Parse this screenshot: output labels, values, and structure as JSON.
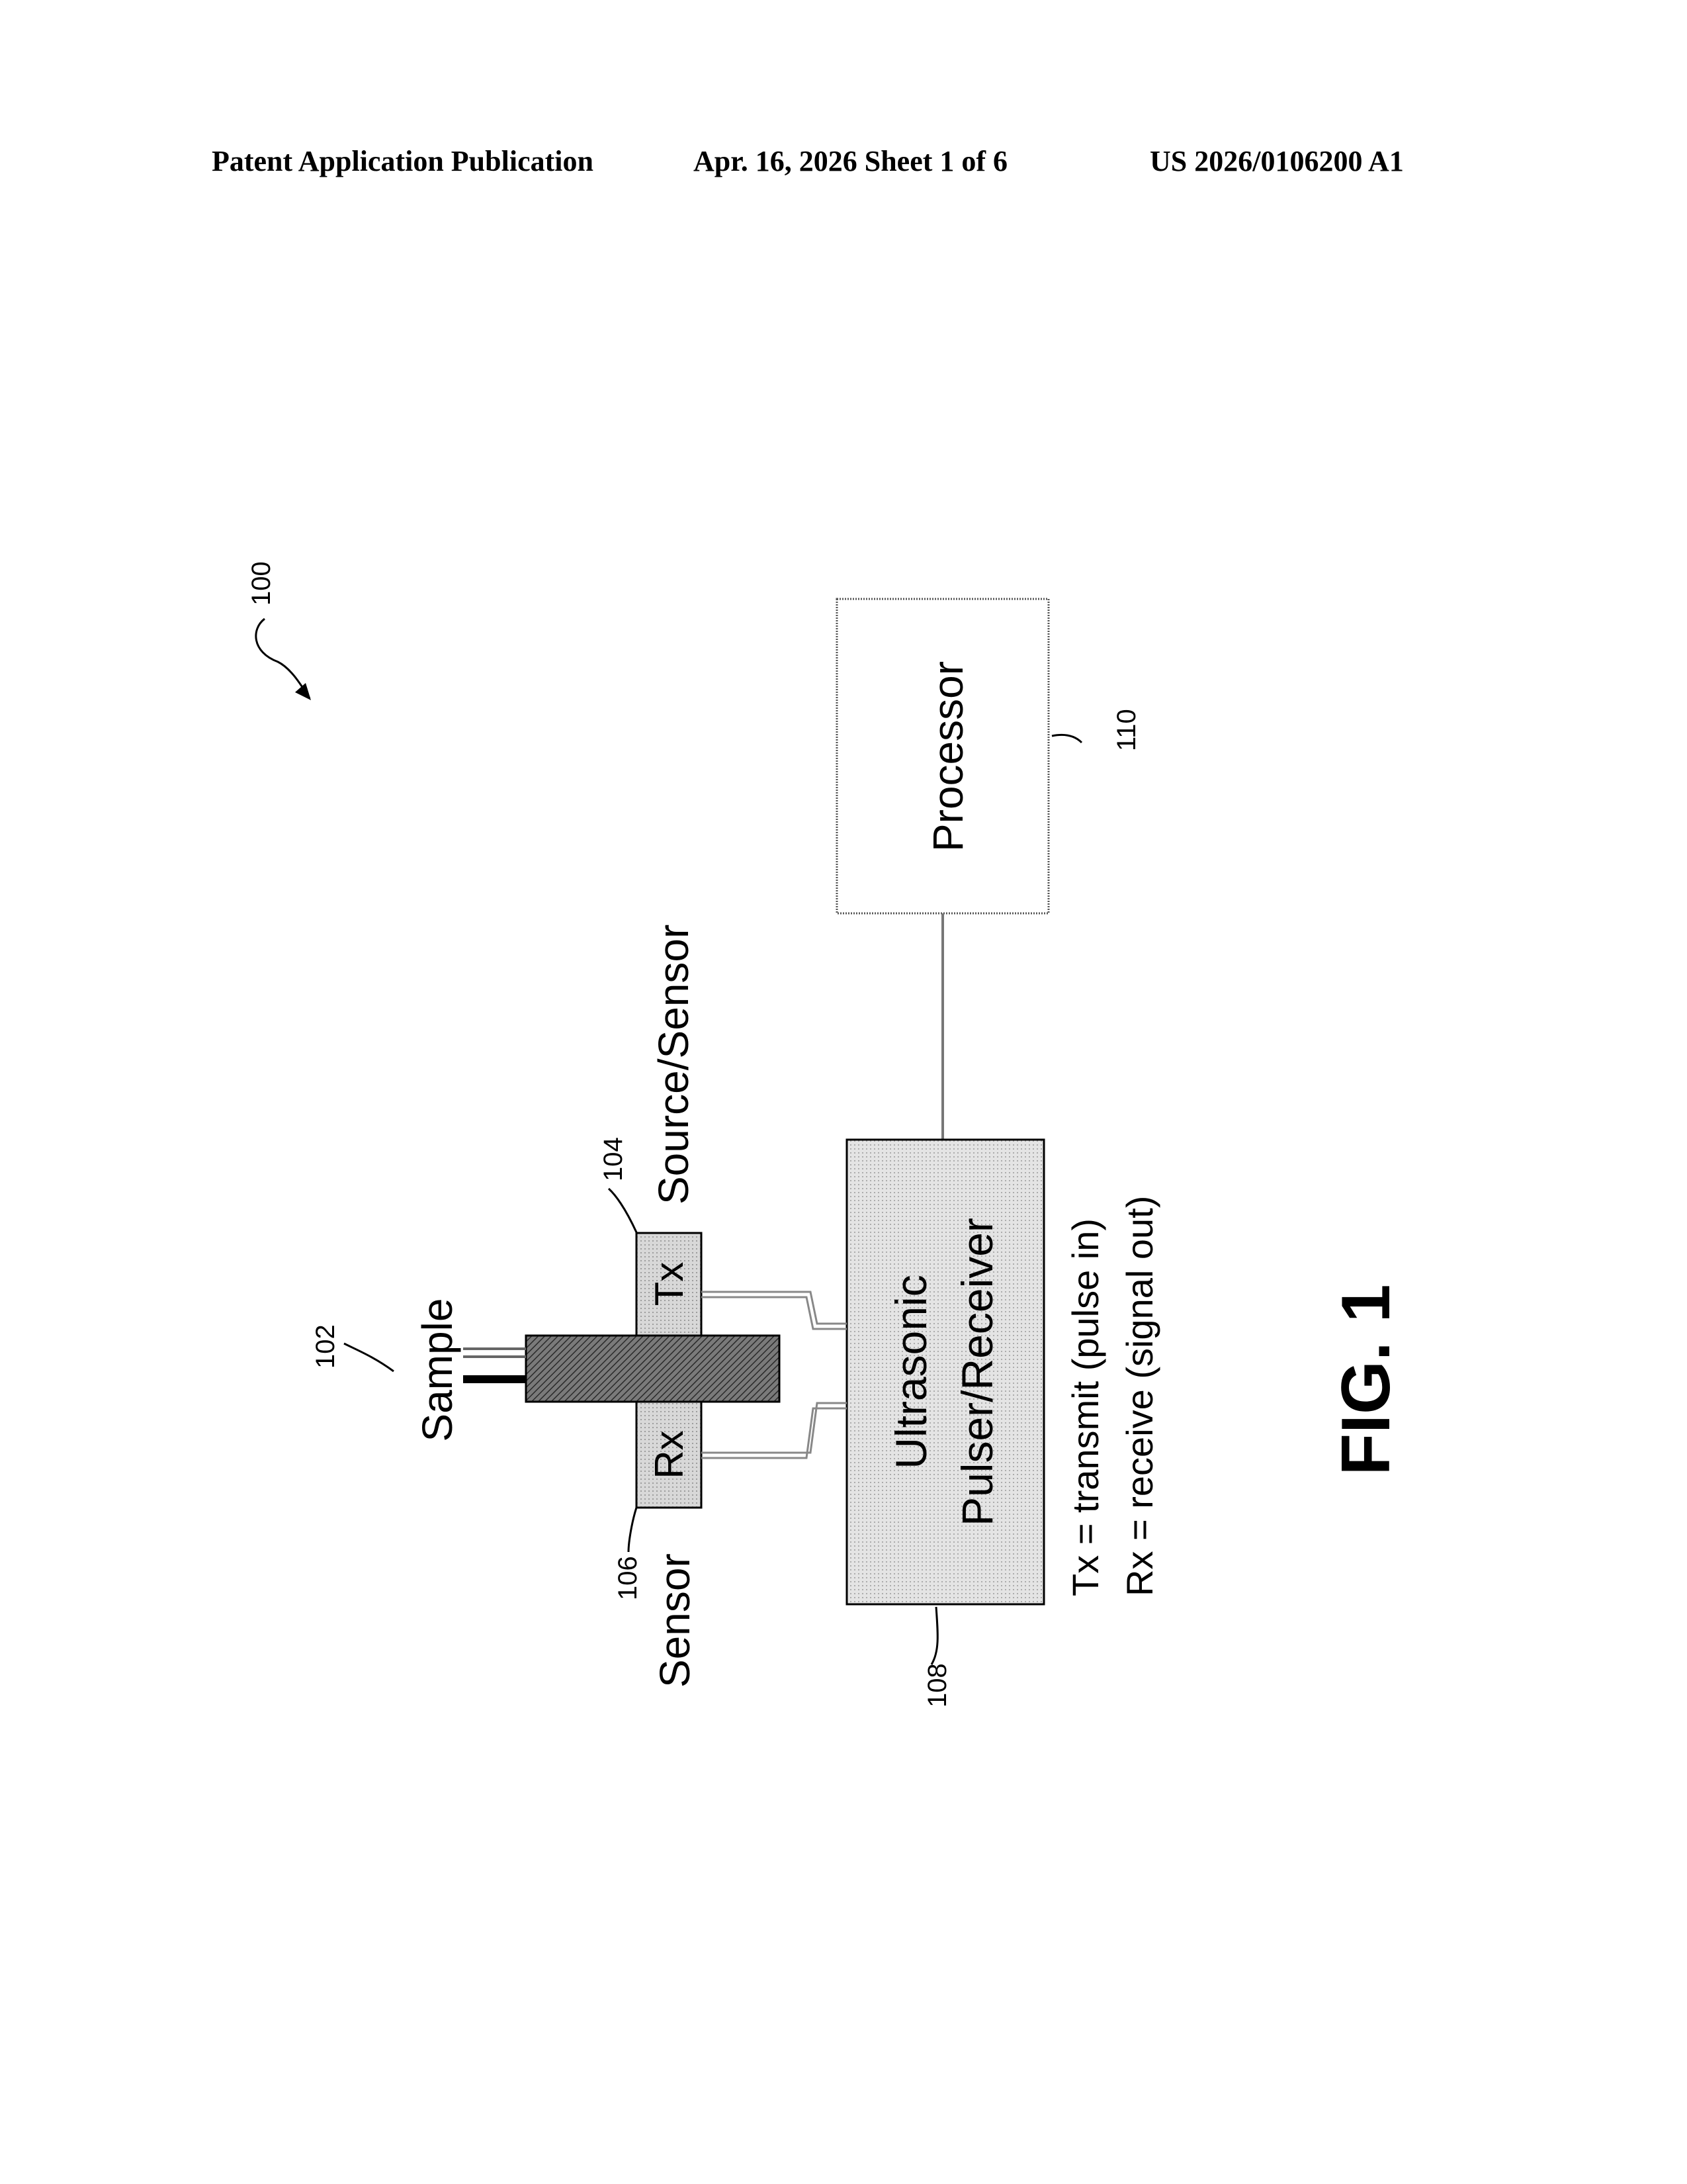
{
  "header": {
    "publication": "Patent Application Publication",
    "date_sheet": "Apr. 16, 2026  Sheet 1 of 6",
    "number": "US 2026/0106200 A1"
  },
  "figure": {
    "caption": "FIG. 1",
    "refs": {
      "system": "100",
      "sample": "102",
      "source_sensor": "104",
      "sensor": "106",
      "pulser": "108",
      "processor": "110"
    },
    "labels": {
      "sample": "Sample",
      "source_sensor": "Source/Sensor",
      "sensor": "Sensor",
      "tx": "Tx",
      "rx": "Rx",
      "pulser_line1": "Ultrasonic",
      "pulser_line2": "Pulser/Receiver",
      "processor": "Processor"
    },
    "legend": {
      "tx": "Tx = transmit (pulse in)",
      "rx": "Rx = receive (signal out)"
    }
  }
}
